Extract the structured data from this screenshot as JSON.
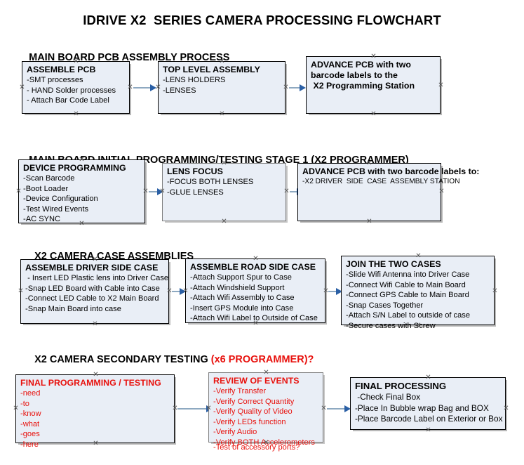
{
  "document": {
    "title": "IDRIVE X2  SERIES CAMERA PROCESSING FLOWCHART",
    "accent_color": "#e8120e",
    "box_fill": "#e9eef6",
    "connector_color": "#8ea9c1",
    "arrowhead_color": "#2a5fa5"
  },
  "sections": [
    {
      "id": "main-board-pcb-assembly",
      "heading": "MAIN BOARD PCB ASSEMBLY PROCESS",
      "heading_accent": "",
      "nodes": [
        {
          "id": "assemble-pcb",
          "title": "ASSEMBLE PCB",
          "lines": [
            "-SMT processes",
            "- HAND Solder processes",
            "- Attach Bar Code Label"
          ]
        },
        {
          "id": "top-level-assembly",
          "title": "TOP LEVEL ASSEMBLY",
          "lines": [
            "-LENS HOLDERS",
            "-LENSES"
          ]
        },
        {
          "id": "advance-pcb-programming-station",
          "title": "ADVANCE PCB with two",
          "lines": [
            "barcode labels to the",
            " X2 Programming Station"
          ]
        }
      ]
    },
    {
      "id": "initial-programming-testing",
      "heading": "MAIN BOARD INITIAL PROGRAMMING/TESTING STAGE 1 (X2 PROGRAMMER)",
      "heading_accent": "",
      "nodes": [
        {
          "id": "device-programming",
          "title": "DEVICE PROGRAMMING",
          "lines": [
            "-Scan Barcode",
            "-Boot Loader",
            "-Device Configuration",
            "-Test Wired Events",
            "-AC SYNC"
          ]
        },
        {
          "id": "lens-focus",
          "title": "LENS FOCUS",
          "lines": [
            "-FOCUS BOTH LENSES",
            "-GLUE LENSES"
          ]
        },
        {
          "id": "advance-pcb-driver-side-case",
          "title": "ADVANCE PCB with two barcode labels to:",
          "lines": [
            "-X2 DRIVER  SIDE  CASE  ASSEMBLY STATION"
          ]
        }
      ]
    },
    {
      "id": "camera-case-assemblies",
      "heading": "X2 CAMERA CASE ASSEMBLIES",
      "heading_accent": "",
      "nodes": [
        {
          "id": "assemble-driver-side-case",
          "title": "ASSEMBLE DRIVER SIDE CASE",
          "lines": [
            " - Insert LED Plastic lens into Driver Case",
            "-Snap LED Board with Cable into Case",
            "-Connect LED Cable to X2 Main Board",
            "-Snap Main Board into case"
          ]
        },
        {
          "id": "assemble-road-side-case",
          "title": "ASSEMBLE ROAD SIDE CASE",
          "lines": [
            "-Attach Support Spur to Case",
            "-Attach Windshield Support",
            "-Attach Wifi Assembly to Case",
            "-Insert GPS Module into Case",
            "-Attach Wifi Label to Outside of Case"
          ]
        },
        {
          "id": "join-the-two-cases",
          "title": "JOIN THE TWO CASES",
          "lines": [
            "-Slide Wifi Antenna into Driver Case",
            "-Connect Wifi Cable to Main Board",
            "-Connect GPS Cable to Main Board",
            "-Snap Cases Together",
            "-Attach S/N Label to outside of case",
            "-Secure cases with Screw"
          ]
        }
      ]
    },
    {
      "id": "secondary-testing",
      "heading": "X2 CAMERA SECONDARY TESTING ",
      "heading_accent": "(x6 PROGRAMMER)?",
      "nodes": [
        {
          "id": "final-programming-testing",
          "title": "FINAL PROGRAMMING / TESTING",
          "lines": [
            "-need",
            "-to",
            "-know",
            "-what",
            "-goes",
            "-here"
          ]
        },
        {
          "id": "review-of-events",
          "title": "REVIEW OF EVENTS",
          "lines": [
            "-Verify Transfer",
            "-Verify Correct Quantity",
            "-Verify Quality of Video",
            "-Verify LEDs function",
            "-Verify Audio",
            "-Verify BOTH Accelerometers"
          ],
          "overflow_line": "-Test of accessory ports?"
        },
        {
          "id": "final-processing",
          "title": "FINAL PROCESSING",
          "lines": [
            " -Check Final Box",
            "-Place In Bubble wrap Bag and BOX",
            "-Place Barcode Label on Exterior or Box"
          ]
        }
      ]
    }
  ]
}
